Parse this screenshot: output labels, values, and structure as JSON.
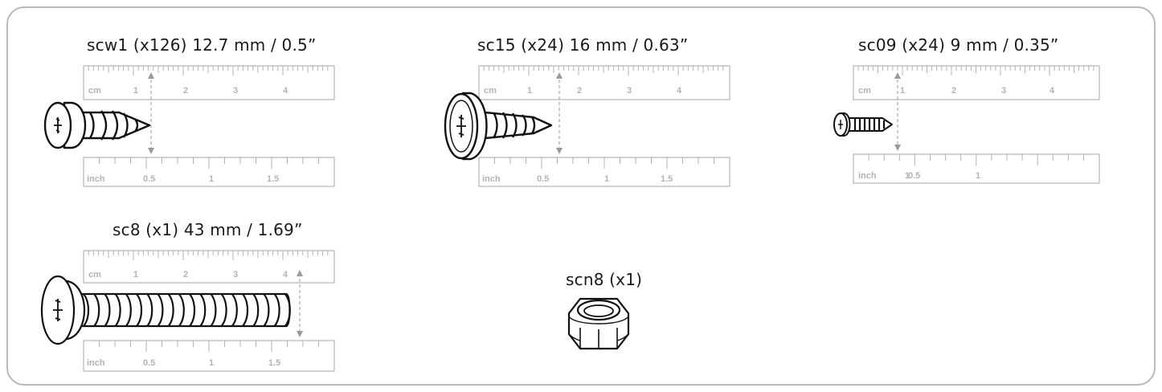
{
  "items": [
    {
      "title": "scw1 (x126) 12.7 mm / 0.5”",
      "cm_labels": [
        "cm",
        "1",
        "2",
        "3",
        "4"
      ],
      "inch_labels": [
        "inch",
        "0.5",
        "1",
        "1.5"
      ]
    },
    {
      "title": "sc15 (x24) 16 mm / 0.63”",
      "cm_labels": [
        "cm",
        "1",
        "2",
        "3",
        "4"
      ],
      "inch_labels": [
        "inch",
        "0.5",
        "1",
        "1.5"
      ]
    },
    {
      "title": "sc09 (x24) 9 mm / 0.35”",
      "cm_labels": [
        "cm",
        "1",
        "2",
        "3",
        "4"
      ],
      "inch_labels": [
        "inch",
        "1",
        "0.5",
        "1"
      ]
    },
    {
      "title": "sc8 (x1) 43 mm / 1.69”",
      "cm_labels": [
        "cm",
        "1",
        "2",
        "3",
        "4"
      ],
      "inch_labels": [
        "inch",
        "0.5",
        "1",
        "1.5"
      ]
    },
    {
      "title": "scn8 (x1)"
    }
  ],
  "colors": {
    "frame": "#b9b9b9",
    "ruler": "#b3b3b3",
    "screw": "#111111",
    "guide": "#9a9a9a"
  }
}
